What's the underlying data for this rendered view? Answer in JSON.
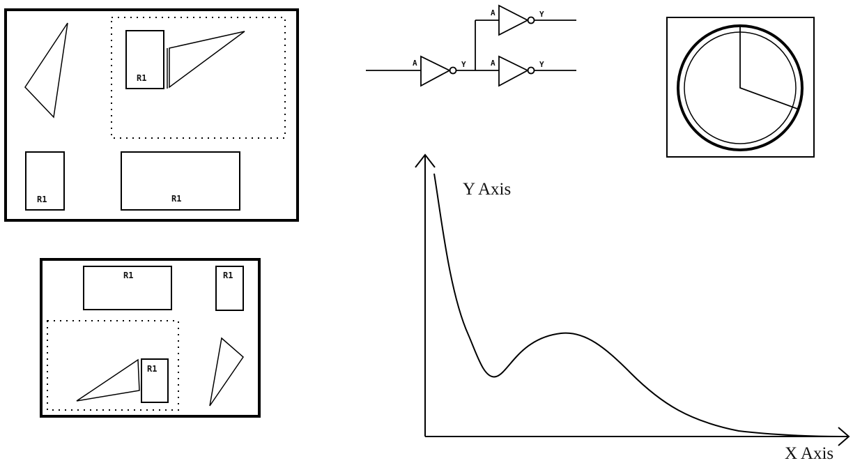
{
  "layout_top": {
    "rect_labels": [
      "R1",
      "R1",
      "R1"
    ]
  },
  "layout_bottom": {
    "rect_labels": [
      "R1",
      "R1",
      "R1"
    ]
  },
  "inverter_circuit": {
    "gate1": {
      "input": "A",
      "output": "Y"
    },
    "gate2": {
      "input": "A",
      "output": "Y"
    },
    "gate3": {
      "input": "A",
      "output": "Y"
    }
  },
  "graph": {
    "y_axis_label": "Y Axis",
    "x_axis_label": "X Axis"
  }
}
